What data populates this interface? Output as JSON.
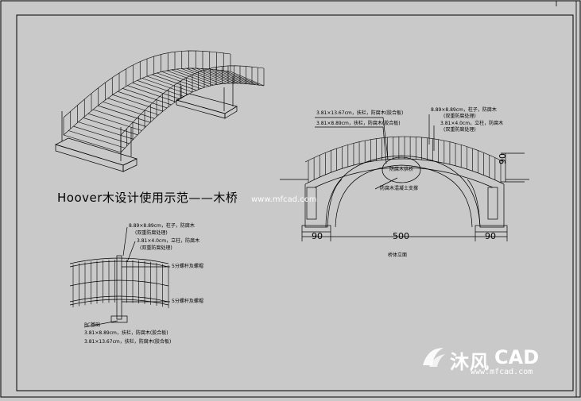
{
  "title": "Hoover木设计使用示范——木桥",
  "elevation": {
    "labels": {
      "l1": "3.81×13.67cm，扶栏，防腐木(胶合板)",
      "l2": "3.81×8.89cm，扶栏，防腐木(胶合板)",
      "r1": "8.89×8.89cm，柱子，防腐木",
      "r1b": "(双重防腐处理)",
      "r2": "3.81×4.0cm，立柱，防腐木",
      "r2b": "(双重防腐处理)",
      "mid1": "防腐木拱桥",
      "mid2": "防腐木混凝土支撑",
      "caption": "桥体立面"
    },
    "dims": {
      "left": "90",
      "center": "500",
      "right": "90",
      "height": "90"
    }
  },
  "detail": {
    "labels": {
      "a1": "8.89×8.89cm，柱子，防腐木",
      "a1b": "(双重防腐处理)",
      "a2": "3.81×4.0cm，立柱，防腐木",
      "a2b": "(双重防腐处理)",
      "b1": "5分螺杆及螺帽",
      "b2": "5分螺杆及螺帽",
      "c0": "RC基础",
      "c1": "3.81×8.89cm，扶栏，防腐木(胶合板)",
      "c2": "3.81×13.67cm，扶栏，防腐木(胶合板)"
    }
  },
  "watermark": {
    "url_top": "www.mfcad.com",
    "brand_cn": "沐风",
    "brand_en": "CAD",
    "url_bottom": "www.mfcad.com"
  }
}
